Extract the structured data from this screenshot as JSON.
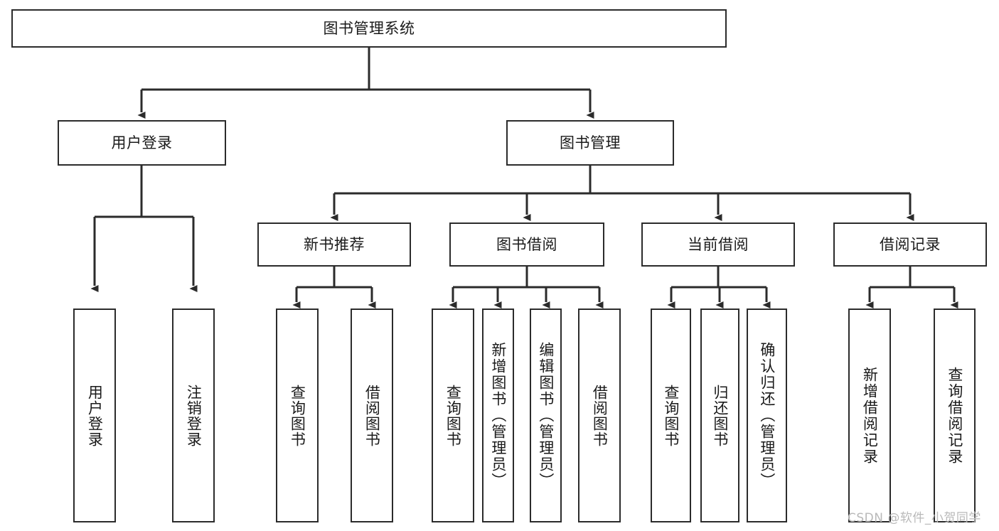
{
  "diagram": {
    "type": "tree",
    "title": "图书管理系统",
    "watermark": "CSDN @软件_小贺同学",
    "colors": {
      "stroke": "#2b2b2b",
      "background": "#ffffff",
      "text": "#1a1a1a",
      "watermark": "#b9b9b9"
    },
    "nodes": {
      "root": {
        "label": "图书管理系统",
        "level": 1
      },
      "l2": [
        {
          "id": "user-login",
          "label": "用户登录"
        },
        {
          "id": "book-manage",
          "label": "图书管理"
        }
      ],
      "l3": [
        {
          "id": "new-book-recommend",
          "label": "新书推荐"
        },
        {
          "id": "book-borrow",
          "label": "图书借阅"
        },
        {
          "id": "current-borrow",
          "label": "当前借阅"
        },
        {
          "id": "borrow-record",
          "label": "借阅记录"
        }
      ],
      "leaves": [
        {
          "id": "leaf-user-login",
          "label": "用户登录",
          "parent": "user-login"
        },
        {
          "id": "leaf-logout",
          "label": "注销登录",
          "parent": "user-login"
        },
        {
          "id": "leaf-query-book-1",
          "label": "查询图书",
          "parent": "new-book-recommend"
        },
        {
          "id": "leaf-borrow-book-1",
          "label": "借阅图书",
          "parent": "new-book-recommend"
        },
        {
          "id": "leaf-query-book-2",
          "label": "查询图书",
          "parent": "book-borrow"
        },
        {
          "id": "leaf-add-book",
          "label": "新增图书（管理员）",
          "parent": "book-borrow"
        },
        {
          "id": "leaf-edit-book",
          "label": "编辑图书（管理员）",
          "parent": "book-borrow"
        },
        {
          "id": "leaf-borrow-book-2",
          "label": "借阅图书",
          "parent": "book-borrow"
        },
        {
          "id": "leaf-query-book-3",
          "label": "查询图书",
          "parent": "current-borrow"
        },
        {
          "id": "leaf-return-book",
          "label": "归还图书",
          "parent": "current-borrow"
        },
        {
          "id": "leaf-confirm-return",
          "label": "确认归还（管理员）",
          "parent": "current-borrow"
        },
        {
          "id": "leaf-add-record",
          "label": "新增借阅记录",
          "parent": "borrow-record"
        },
        {
          "id": "leaf-query-record",
          "label": "查询借阅记录",
          "parent": "borrow-record"
        }
      ]
    }
  }
}
